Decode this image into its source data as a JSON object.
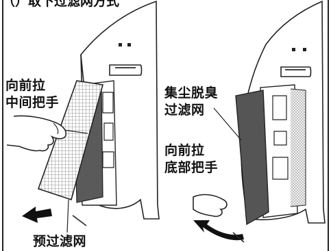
{
  "header": {
    "caption_fragment": "（）取下过滤网方式"
  },
  "left_panel": {
    "pull_middle_line1": "向前拉",
    "pull_middle_line2": "中间把手",
    "pre_filter": "预过滤网"
  },
  "right_panel": {
    "filter_line1": "集尘脱臭",
    "filter_line2": "过滤网",
    "pull_bottom_line1": "向前拉",
    "pull_bottom_line2": "底部把手"
  },
  "icons": [
    "arrow-left-icon",
    "curved-arrow-icon",
    "hand-icon"
  ],
  "colors": {
    "ink": "#111111",
    "filter": "#555555",
    "body": "#ffffff"
  }
}
